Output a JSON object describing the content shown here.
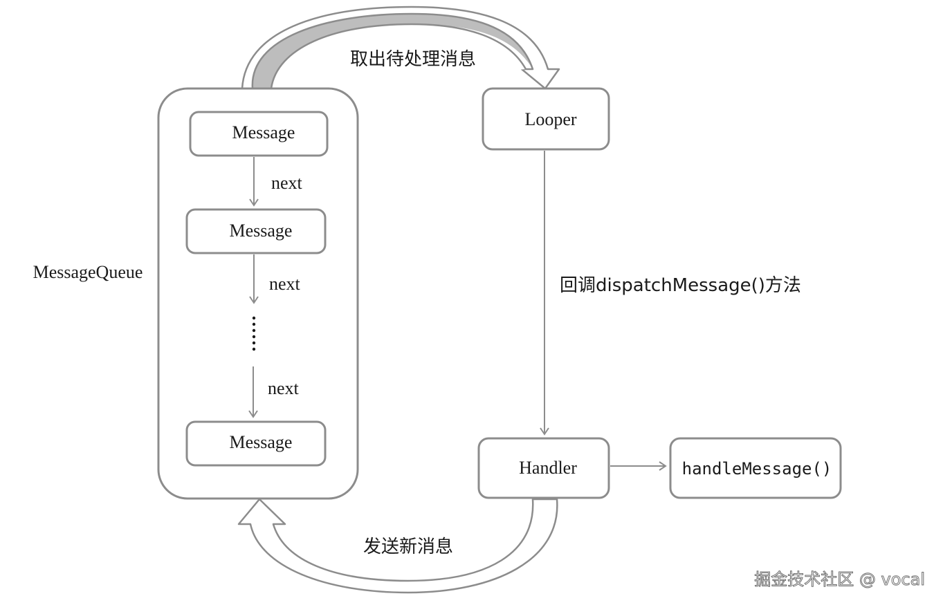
{
  "queue_label": "MessageQueue",
  "messages": [
    "Message",
    "Message",
    "Message"
  ],
  "next_labels": [
    "next",
    "next",
    "next"
  ],
  "ellipsis": "⋮",
  "top_arc_label": "取出待处理消息",
  "bottom_arc_label": "发送新消息",
  "looper_label": "Looper",
  "dispatch_label": "回调dispatchMessage()方法",
  "handler_label": "Handler",
  "handle_message_label": "handleMessage()",
  "watermark": "掘金技术社区 @ vocal",
  "colors": {
    "stroke": "#8c8c8c",
    "shade": "#bdbdbd",
    "text": "#1a1a1a",
    "background": "#ffffff"
  }
}
